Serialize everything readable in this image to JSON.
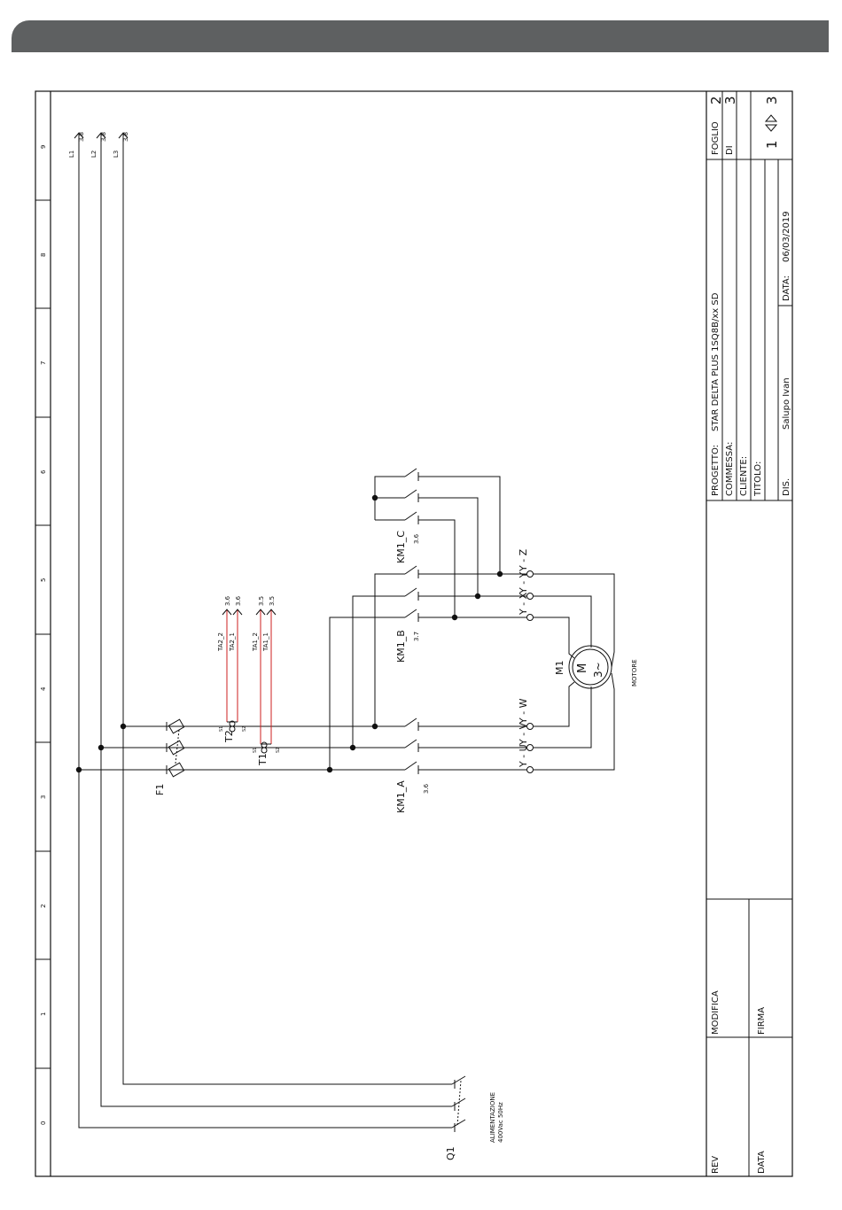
{
  "colors": {
    "header_bar": "#5e6061",
    "wire": "#111111",
    "signal_wire": "#cc1f1f"
  },
  "grid_numbers": [
    "0",
    "1",
    "2",
    "3",
    "4",
    "5",
    "6",
    "7",
    "8",
    "9"
  ],
  "lines": {
    "l1": "L1",
    "l2": "L2",
    "l3": "L3",
    "ref": "3.8"
  },
  "feed": {
    "q1": "Q1",
    "line1": "ALIMENTAZIONE",
    "line2": "400Vac 50Hz"
  },
  "fuse": "F1",
  "ct": {
    "t1": "T1",
    "t2": "T2",
    "ta1_1": "TA1_1",
    "ta1_2": "TA1_2",
    "ta2_1": "TA2_1",
    "ta2_2": "TA2_2",
    "ref_t1": "3.5",
    "ref_t2": "3.6",
    "s1": "S1",
    "s2": "S2"
  },
  "contactors": {
    "km1_a": "KM1_A",
    "km1_a_ref": "3.6",
    "km1_b": "KM1_B",
    "km1_b_ref": "3.7",
    "km1_c": "KM1_C",
    "km1_c_ref": "3.6"
  },
  "terminals": [
    "Y - U",
    "Y - V",
    "Y - W",
    "Y - X",
    "Y - Y",
    "Y - Z"
  ],
  "motor": {
    "tag": "M1",
    "symbol": "M",
    "phase": "3~",
    "label": "MOTORE"
  },
  "title_block": {
    "progetto_label": "PROGETTO:",
    "progetto_value": "STAR DELTA PLUS 1SQ8B/xx SD",
    "commessa_label": "COMMESSA:",
    "cliente_label": "CLIENTE:",
    "titolo_label": "TITOLO:",
    "dis_label": "DIS.",
    "dis_value": "Salupo Ivan",
    "data_label": "DATA:",
    "data_value": "06/03/2019",
    "foglio_label": "FOGLIO",
    "foglio_value": "2",
    "di_label": "DI",
    "di_value": "3",
    "nav_prev": "1",
    "nav_next": "3",
    "rev_label": "REV",
    "modifica_label": "MODIFICA",
    "data_rev_label": "DATA",
    "firma_label": "FIRMA"
  }
}
